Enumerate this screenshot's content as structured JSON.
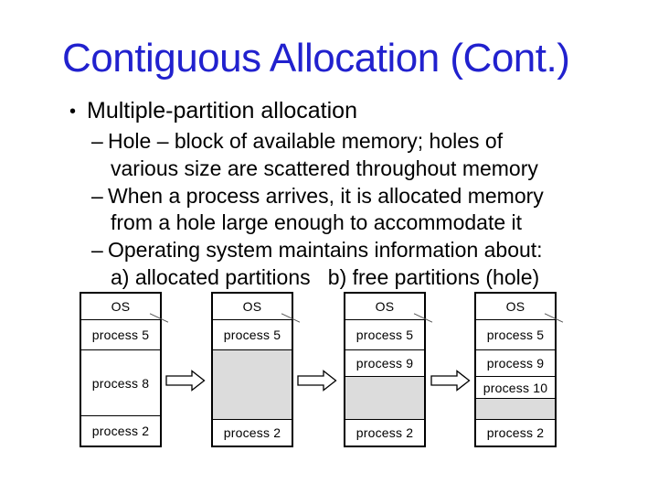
{
  "slide": {
    "title": "Contiguous Allocation (Cont.)",
    "title_color": "#2121CE",
    "bullet_marker": "•",
    "bullet": "Multiple-partition allocation",
    "sub_marker": "–",
    "sub_bullets": [
      {
        "marker": "–",
        "lines": [
          "Hole – block of available memory; holes of",
          "various size are scattered throughout memory"
        ]
      },
      {
        "marker": "–",
        "lines": [
          "When a process arrives, it is allocated memory",
          "from a hole large enough to accommodate it"
        ]
      },
      {
        "marker": "–",
        "lines": [
          "Operating system maintains information about:",
          "a) allocated partitions   b) free partitions (hole)"
        ]
      }
    ]
  },
  "diagram": {
    "hole_color": "#dcdcdc",
    "block_border_color": "#000000",
    "columns": [
      {
        "segments": [
          {
            "label": "OS",
            "h": 28,
            "hole": false
          },
          {
            "label": "process 5",
            "h": 33,
            "hole": false
          },
          {
            "label": "process 8",
            "h": 72,
            "hole": false
          },
          {
            "label": "process 2",
            "h": 33,
            "hole": false
          }
        ]
      },
      {
        "segments": [
          {
            "label": "OS",
            "h": 28,
            "hole": false
          },
          {
            "label": "process 5",
            "h": 33,
            "hole": false
          },
          {
            "label": "",
            "h": 76,
            "hole": true
          },
          {
            "label": "process 2",
            "h": 29,
            "hole": false
          }
        ]
      },
      {
        "segments": [
          {
            "label": "OS",
            "h": 28,
            "hole": false
          },
          {
            "label": "process 5",
            "h": 33,
            "hole": false
          },
          {
            "label": "process 9",
            "h": 29,
            "hole": false
          },
          {
            "label": "",
            "h": 47,
            "hole": true
          },
          {
            "label": "process 2",
            "h": 29,
            "hole": false
          }
        ]
      },
      {
        "segments": [
          {
            "label": "OS",
            "h": 28,
            "hole": false
          },
          {
            "label": "process 5",
            "h": 33,
            "hole": false
          },
          {
            "label": "process 9",
            "h": 29,
            "hole": false
          },
          {
            "label": "process 10",
            "h": 24,
            "hole": false
          },
          {
            "label": "",
            "h": 23,
            "hole": true
          },
          {
            "label": "process 2",
            "h": 29,
            "hole": false
          }
        ]
      }
    ]
  }
}
